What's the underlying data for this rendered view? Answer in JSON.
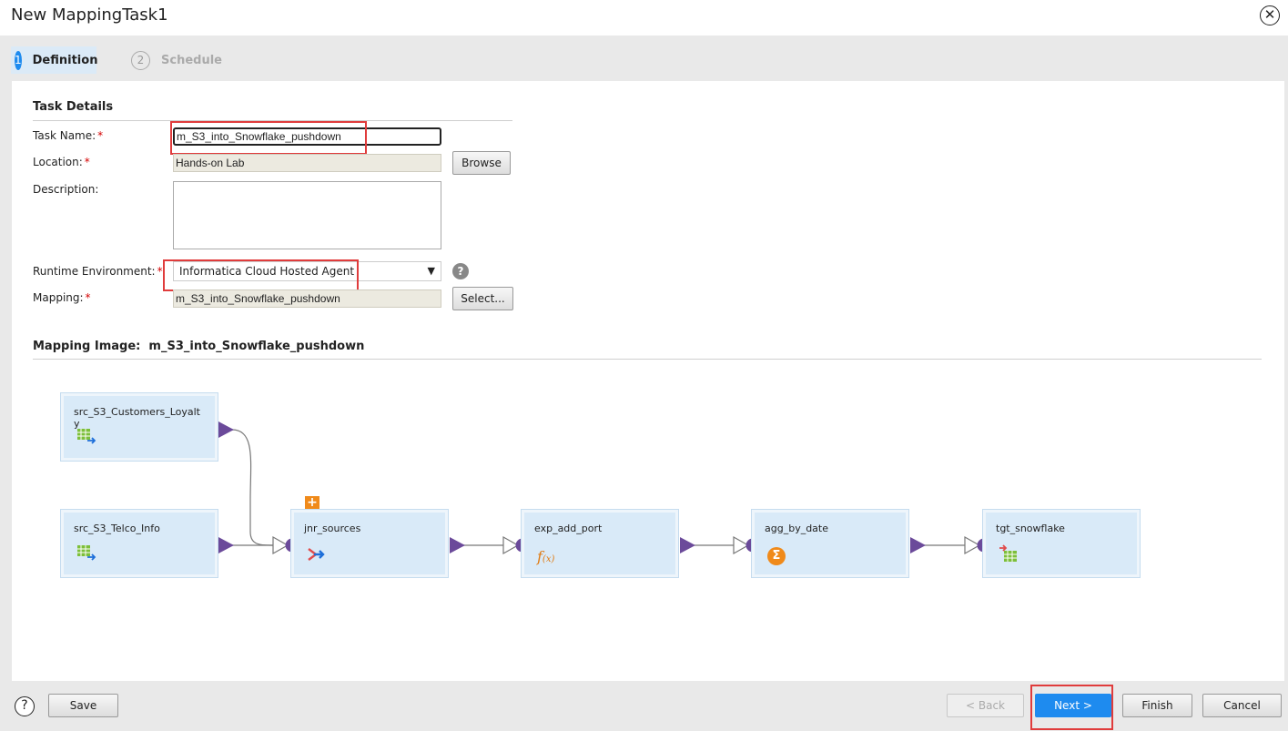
{
  "window": {
    "title": "New MappingTask1"
  },
  "steps": [
    {
      "num": "1",
      "label": "Definition"
    },
    {
      "num": "2",
      "label": "Schedule"
    }
  ],
  "task_details": {
    "heading": "Task Details",
    "task_name_label": "Task Name:",
    "task_name_value": "m_S3_into_Snowflake_pushdown",
    "location_label": "Location:",
    "location_value": "Hands-on Lab",
    "browse_label": "Browse",
    "description_label": "Description:",
    "runtime_label": "Runtime Environment:",
    "runtime_value": "Informatica Cloud Hosted Agent",
    "mapping_label": "Mapping:",
    "mapping_value": "m_S3_into_Snowflake_pushdown",
    "select_label": "Select...",
    "required_mark": "*"
  },
  "mapping_image": {
    "heading_prefix": "Mapping Image:",
    "heading_name": "m_S3_into_Snowflake_pushdown",
    "nodes": {
      "src_customers": "src_S3_Customers_Loyalty",
      "src_telco": "src_S3_Telco_Info",
      "joiner": "jnr_sources",
      "expression": "exp_add_port",
      "aggregator": "agg_by_date",
      "target": "tgt_snowflake"
    },
    "add_marker": "+"
  },
  "footer": {
    "help": "?",
    "save": "Save",
    "back": "< Back",
    "next": "Next >",
    "finish": "Finish",
    "cancel": "Cancel"
  },
  "colors": {
    "accent": "#1e8bef",
    "highlight": "#e03c3c",
    "node_fill": "#d9eaf8",
    "port": "#6b4a9a"
  },
  "icons": {
    "close": "close-icon",
    "help": "help-icon",
    "source": "source-table-icon",
    "joiner": "joiner-icon",
    "expression": "expression-fx-icon",
    "aggregator": "sigma-icon",
    "target": "target-table-icon"
  }
}
